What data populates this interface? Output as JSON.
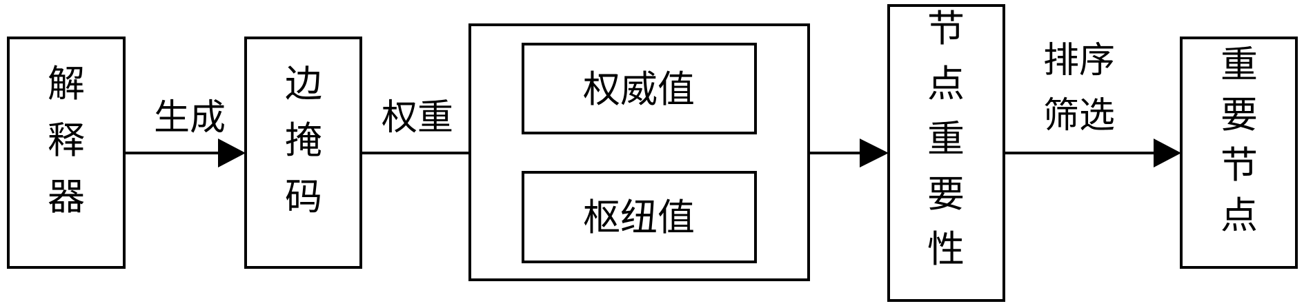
{
  "diagram": {
    "nodes": {
      "explainer": "解释器",
      "edge_mask": "边掩码",
      "authority": "权威值",
      "hub": "枢纽值",
      "node_importance": "节点重要性",
      "important_nodes": "重要节点"
    },
    "edges": {
      "generate": "生成",
      "weight": "权重",
      "sort": "排序",
      "filter": "筛选"
    }
  }
}
